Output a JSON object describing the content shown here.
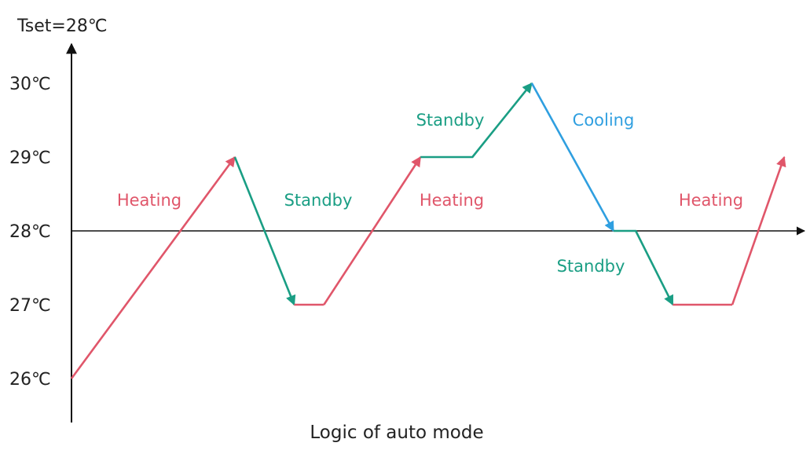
{
  "y_axis_title": "Tset=28℃",
  "caption": "Logic of auto mode",
  "colors": {
    "heating": "#e0566a",
    "standby": "#1a9e84",
    "cooling": "#2f9fe0",
    "axis": "#111111"
  },
  "chart_data": {
    "type": "line",
    "title": "Logic of auto mode",
    "ylabel": "Tset=28℃",
    "y_ticks": [
      "26℃",
      "27℃",
      "28℃",
      "29℃",
      "30℃"
    ],
    "y_tick_values": [
      26,
      27,
      28,
      29,
      30
    ],
    "ylim": [
      25.5,
      30.5
    ],
    "reference_line": 28,
    "segments": [
      {
        "mode": "heating",
        "label": "Heating",
        "points": [
          [
            0,
            26
          ],
          [
            2.2,
            29
          ]
        ]
      },
      {
        "mode": "standby",
        "label": "Standby",
        "points": [
          [
            2.2,
            29
          ],
          [
            3.0,
            27
          ]
        ]
      },
      {
        "mode": "heating",
        "label": "",
        "points": [
          [
            3.0,
            27
          ],
          [
            3.4,
            27
          ]
        ]
      },
      {
        "mode": "heating",
        "label": "Heating",
        "points": [
          [
            3.4,
            27
          ],
          [
            4.7,
            29
          ]
        ]
      },
      {
        "mode": "standby",
        "label": "Standby",
        "points": [
          [
            4.7,
            29
          ],
          [
            5.4,
            29
          ],
          [
            6.2,
            30
          ]
        ]
      },
      {
        "mode": "cooling",
        "label": "Cooling",
        "points": [
          [
            6.2,
            30
          ],
          [
            7.3,
            28
          ]
        ]
      },
      {
        "mode": "standby",
        "label": "Standby",
        "points": [
          [
            7.3,
            28
          ],
          [
            7.6,
            28
          ],
          [
            8.1,
            27
          ]
        ]
      },
      {
        "mode": "heating",
        "label": "",
        "points": [
          [
            8.1,
            27
          ],
          [
            8.9,
            27
          ]
        ]
      },
      {
        "mode": "heating",
        "label": "Heating",
        "points": [
          [
            8.9,
            27
          ],
          [
            9.6,
            29
          ]
        ]
      }
    ]
  }
}
